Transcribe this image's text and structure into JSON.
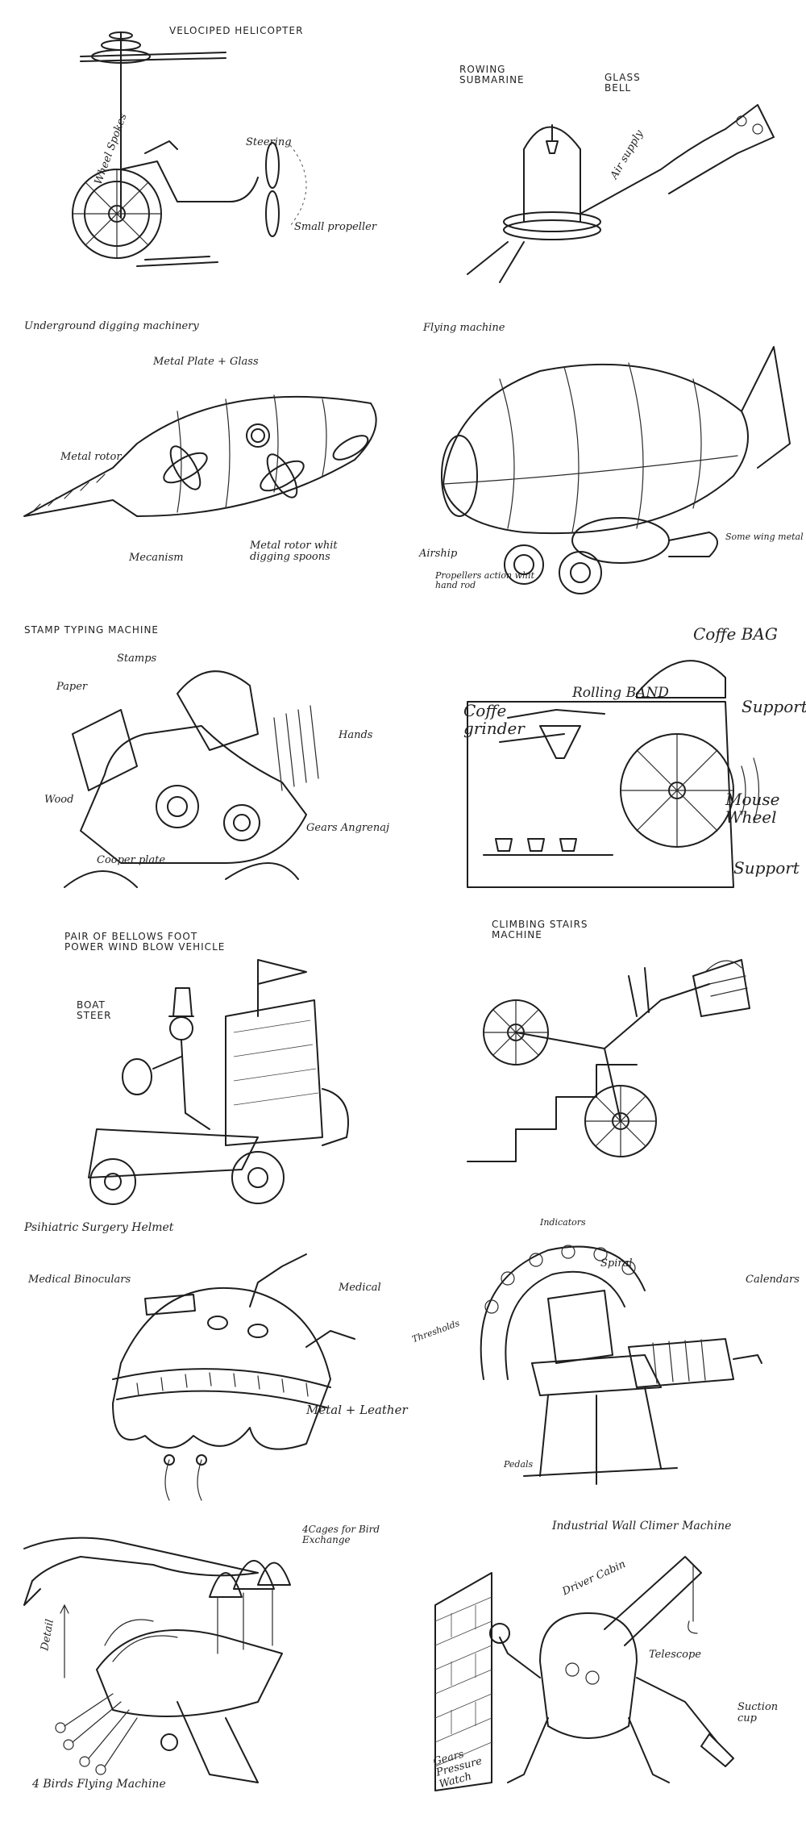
{
  "panels": {
    "heli": {
      "title": "VELOCIPED HELICOPTER",
      "wheel_label": "Wheel Spokes",
      "steering": "Steering",
      "propeller": "Small propeller"
    },
    "sub": {
      "title": "ROWING SUBMARINE",
      "bell": "GLASS BELL",
      "oxygen": "Air supply"
    },
    "dig": {
      "title": "Underground digging machinery",
      "metal_plate": "Metal Plate + Glass",
      "rotor": "Metal rotor",
      "mechanism": "Mecanism",
      "spoons": "Metal rotor whit digging spoons"
    },
    "fly": {
      "title": "Flying machine",
      "airship": "Airship",
      "props": "Propellers action whit hand rod",
      "wings": "Some wing metal"
    },
    "stamp": {
      "title": "STAMP TYPING MACHINE",
      "paper": "Paper",
      "stamps": "Stamps",
      "hands": "Hands",
      "wood": "Wood",
      "gears": "Gears Angrenaj",
      "copper": "Cooper plate"
    },
    "coffee": {
      "bag": "Coffe BAG",
      "band": "Rolling BAND",
      "grinder": "Coffe grinder",
      "support1": "Support",
      "wheel": "Mouse Wheel",
      "support2": "Support"
    },
    "bellows": {
      "title": "PAIR OF BELLOWS FOOT POWER WIND BLOW VEHICLE",
      "steer": "BOAT STEER"
    },
    "stairs": {
      "title": "CLIMBING STAIRS MACHINE"
    },
    "helmet": {
      "title": "Psihiatric Surgery Helmet",
      "binoculars": "Medical Binoculars",
      "medical": "Medical",
      "material": "Metal + Leather"
    },
    "chair": {
      "top": "Indicators",
      "spiral": "Spiral",
      "calendar": "Calendars",
      "left": "Thresholds",
      "bottom": "Pedals"
    },
    "birds": {
      "cages": "4Cages for Bird Exchange",
      "detail": "Detail",
      "title": "4 Birds Flying Machine"
    },
    "wall": {
      "title": "Industrial Wall Climer Machine",
      "cabin": "Driver Cabin",
      "telescope": "Telescope",
      "cup": "Suction cup",
      "gauge": "Gears Pressure Watch"
    }
  }
}
